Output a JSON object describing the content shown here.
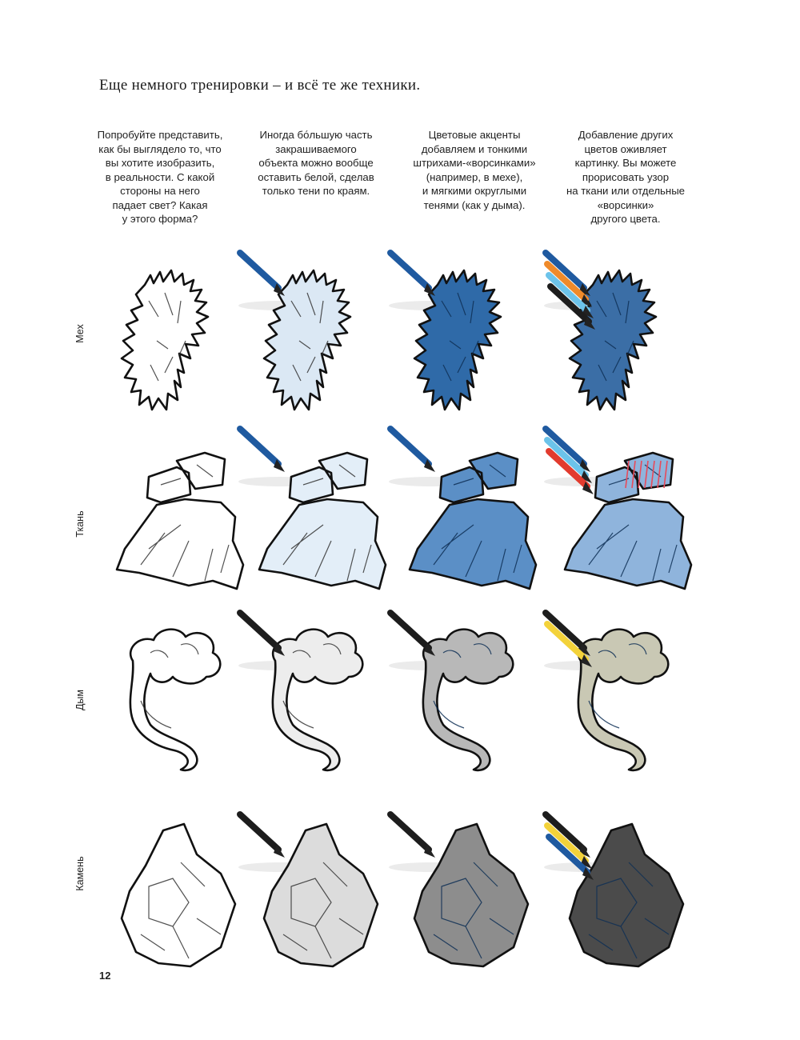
{
  "headline": "Еще немного тренировки – и всё те же техники.",
  "captions": [
    "Попробуйте представить,\nкак бы выглядело то, что\nвы хотите изобразить,\nв реальности. С какой\nстороны на него\nпадает свет? Какая\nу этого форма?",
    "Иногда бо́льшую часть\nзакрашиваемого\nобъекта можно вообще\nоставить белой, сделав\nтолько тени по краям.",
    "Цветовые акценты\nдобавляем и тонкими\nштрихами-«ворсинками»\n(например, в мехе),\nи мягкими округлыми\nтенями (как у дыма).",
    "Добавление других\nцветов оживляет\nкартинку. Вы можете\nпрорисовать узор\nна ткани или отдельные\n«ворсинки»\nдругого цвета."
  ],
  "rows": [
    {
      "label": "Мех",
      "subject": "fur"
    },
    {
      "label": "Ткань",
      "subject": "fabric"
    },
    {
      "label": "Дым",
      "subject": "smoke"
    },
    {
      "label": "Камень",
      "subject": "stone"
    }
  ],
  "pencil_colors": {
    "blue": "#1f5aa0",
    "orange": "#ef8a2a",
    "light_blue": "#6cc3ea",
    "black": "#1d1d1d",
    "red": "#e23b2e",
    "yellow": "#f3d23a"
  },
  "page_number": "12"
}
